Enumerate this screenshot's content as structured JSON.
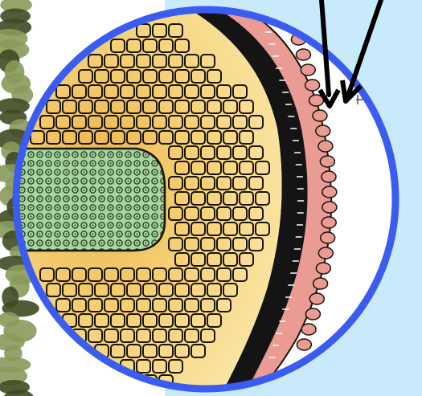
{
  "figure": {
    "subject": "lenticel-cross-section-closeup",
    "shapes": [
      "left-foliage-strip",
      "light-blue-panel",
      "white-circle-lens",
      "yellow-parenchyma-cells",
      "green-cell-cluster",
      "dark-periderm-band",
      "pink-epidermis",
      "blue-ring",
      "black-pointer-arrows"
    ]
  },
  "colors": {
    "background": "#ffffff",
    "panel": "#c9eafb",
    "foliage_light": "#8a9a5b",
    "foliage_dark": "#3f4a22",
    "ring": "#3b5cf0",
    "cell_fill_light": "#fbe6a6",
    "cell_fill_mid": "#f4cf72",
    "cell_fill_deep": "#eab24c",
    "cell_outline": "#1a1408",
    "green_cells": "#a8d5a0",
    "green_dots": "#1f3a1c",
    "periderm": "#141414",
    "epidermis": "#e99b94",
    "arrow": "#000000"
  }
}
